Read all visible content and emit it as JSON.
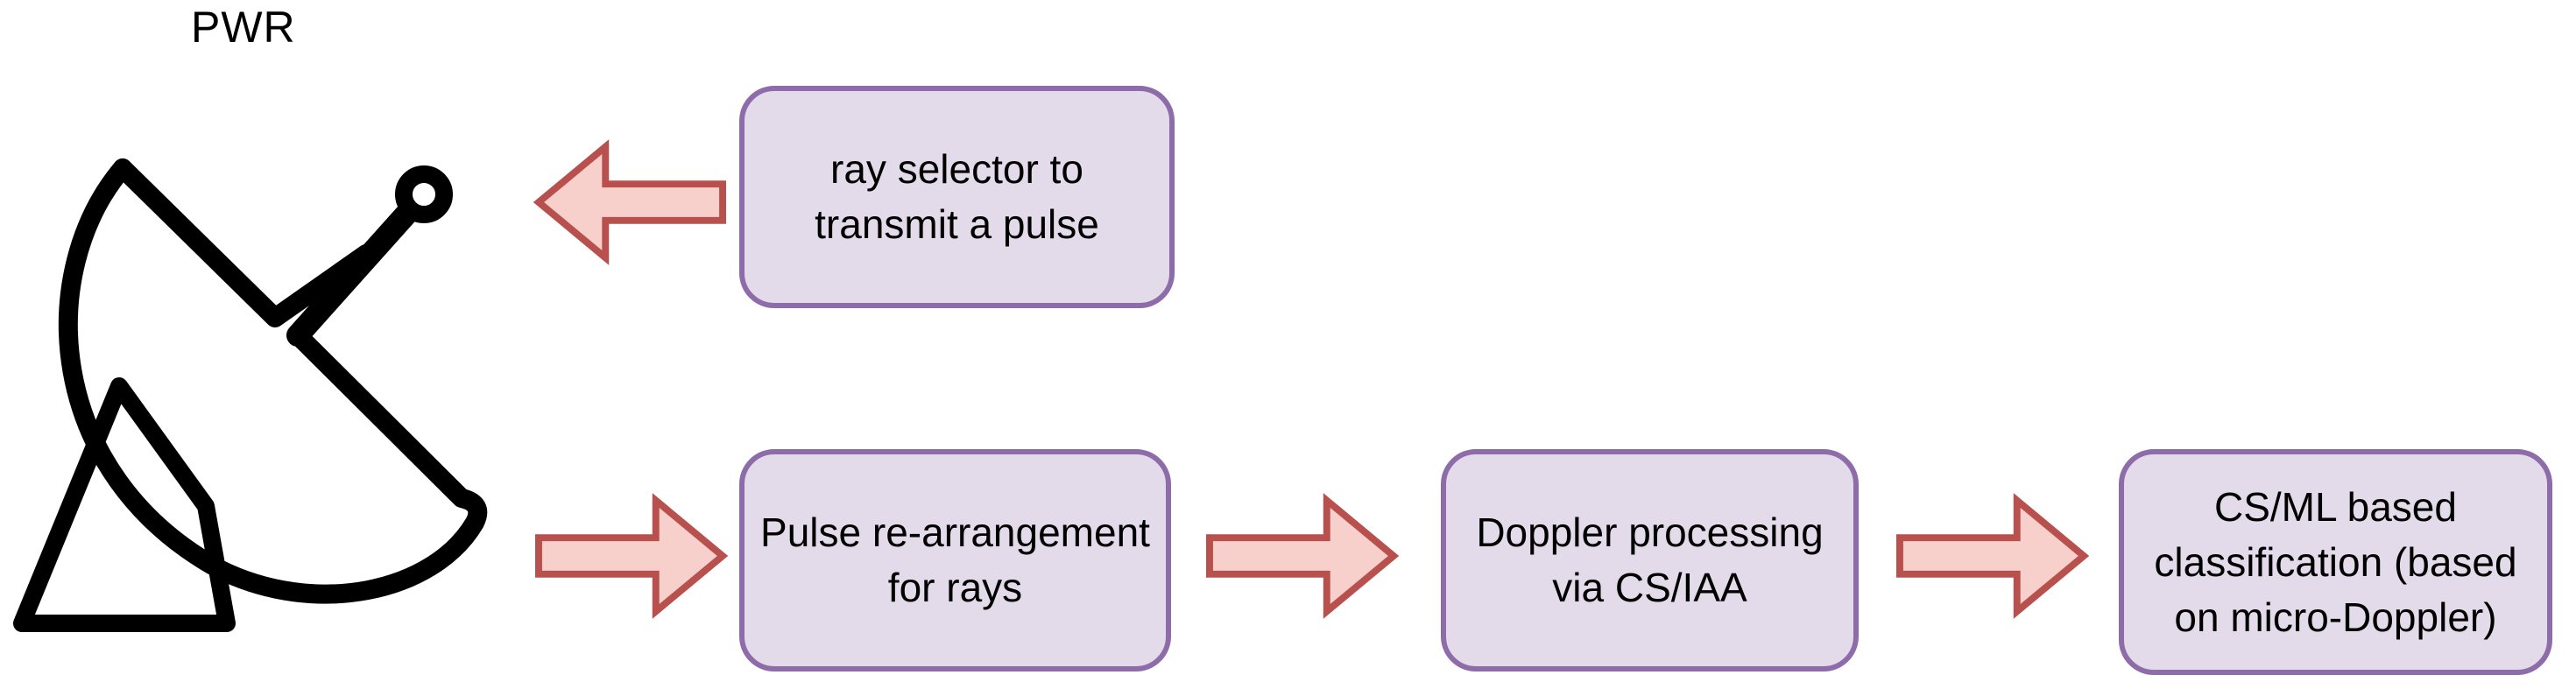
{
  "diagram": {
    "pwr_label": "PWR",
    "nodes": [
      {
        "id": "ray-selector",
        "label": "ray selector to\ntransmit a pulse"
      },
      {
        "id": "pulse-rearrangement",
        "label": "Pulse re-arrangement\nfor rays"
      },
      {
        "id": "doppler-processing",
        "label": "Doppler processing\nvia CS/IAA"
      },
      {
        "id": "classification",
        "label": "CS/ML based\nclassification (based\non micro-Doppler)"
      }
    ],
    "icons": {
      "radar": "radar-dish-icon",
      "arrow_left": "block-arrow-left-icon",
      "arrow_right": "block-arrow-right-icon"
    },
    "colors": {
      "node_fill": "#E3DAEA",
      "node_border": "#8D6CA9",
      "arrow_fill": "#F7D0CB",
      "arrow_border": "#B8504D",
      "icon_stroke": "#000000",
      "text": "#000000",
      "background": "#FFFFFF"
    }
  }
}
